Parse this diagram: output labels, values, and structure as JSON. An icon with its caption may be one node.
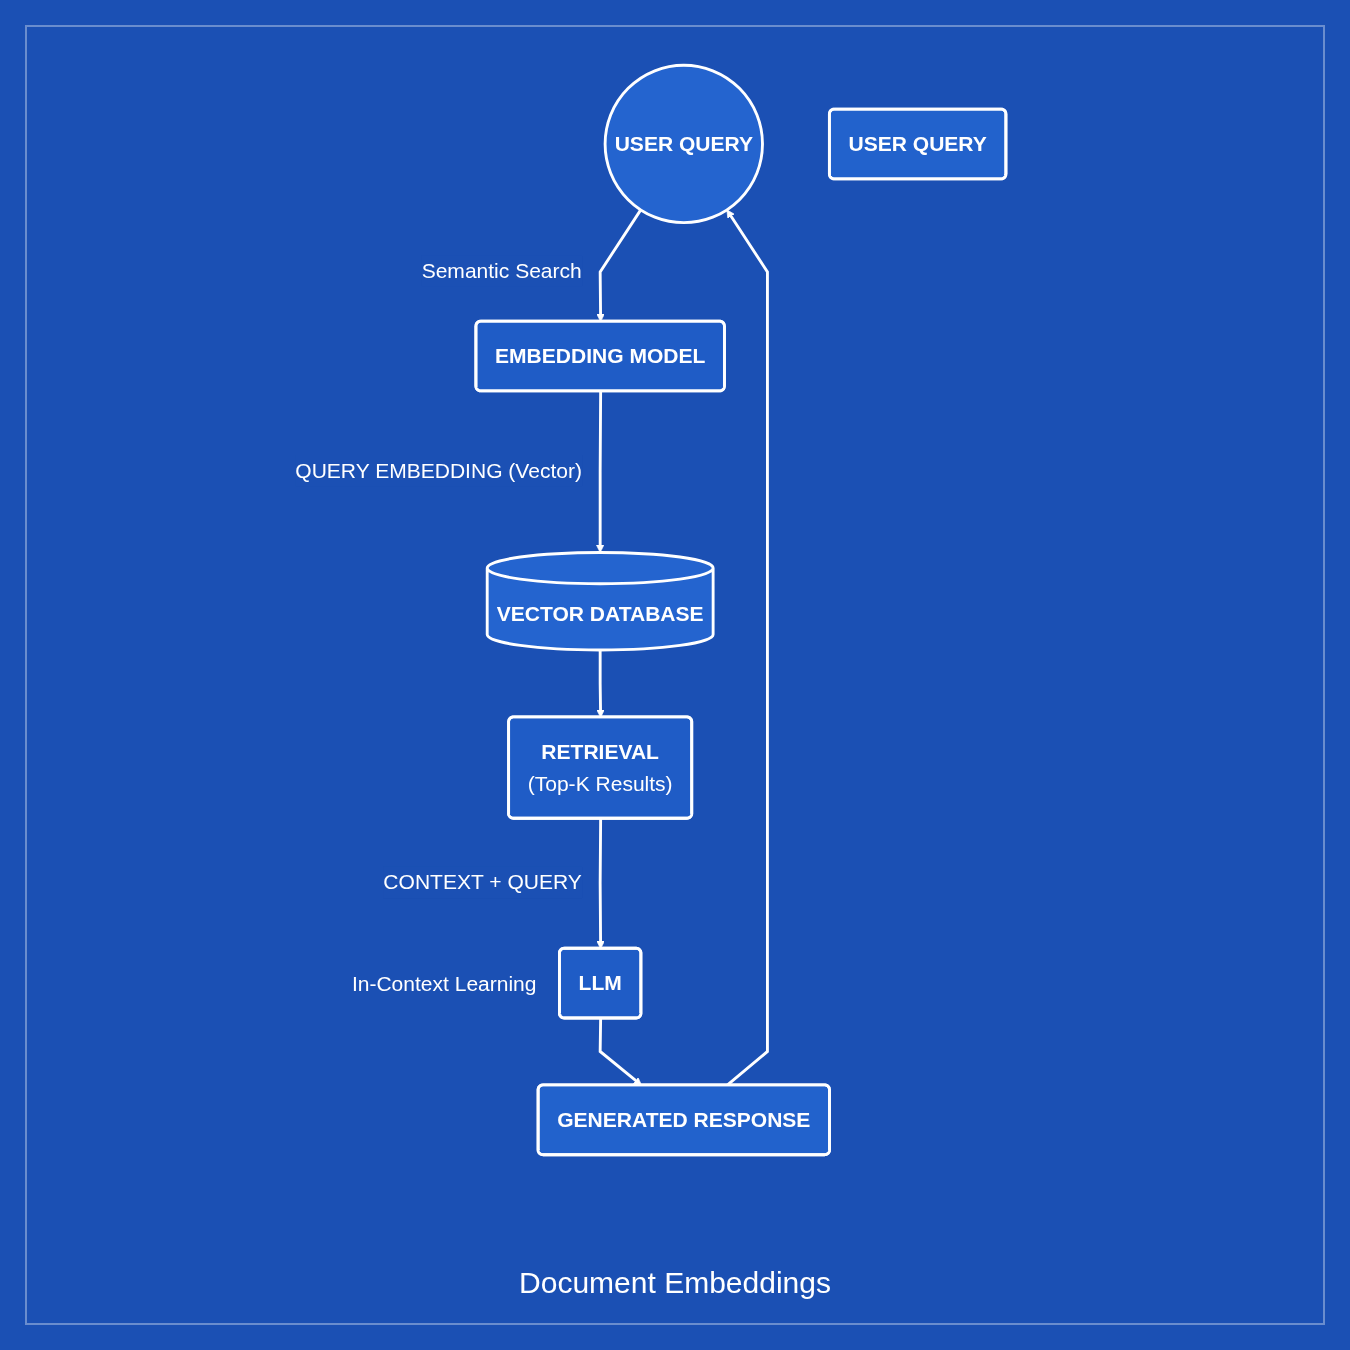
{
  "diagram": {
    "nodes": [
      {
        "text": [
          "USER QUERY"
        ]
      },
      {
        "text": [
          "USER QUERY"
        ]
      },
      {
        "text": [
          "EMBEDDING MODEL"
        ]
      },
      {
        "text": [
          "VECTOR DATABASE"
        ]
      },
      {
        "text": [
          "RETRIEVAL",
          "(Top-K Results)"
        ]
      },
      {
        "text": [
          "LLM"
        ],
        "beside": [
          "In-Context Learning"
        ]
      },
      {
        "text": [
          "GENERATED RESPONSE"
        ]
      }
    ],
    "edges": [
      {
        "from": 0,
        "to": 2,
        "arrow": "to",
        "label": "Semantic Search"
      },
      {
        "from": 2,
        "to": 3,
        "arrow": "to",
        "label": "QUERY EMBEDDING (Vector)"
      },
      {
        "from": 3,
        "to": 4,
        "arrow": "to"
      },
      {
        "from": 4,
        "to": 5,
        "arrow": "to",
        "label": "CONTEXT + QUERY"
      },
      {
        "from": 5,
        "to": 6,
        "arrow": "to"
      },
      {
        "from": 6,
        "to": 0,
        "arrow": "to"
      }
    ],
    "labels": [
      "Document Embeddings"
    ]
  }
}
